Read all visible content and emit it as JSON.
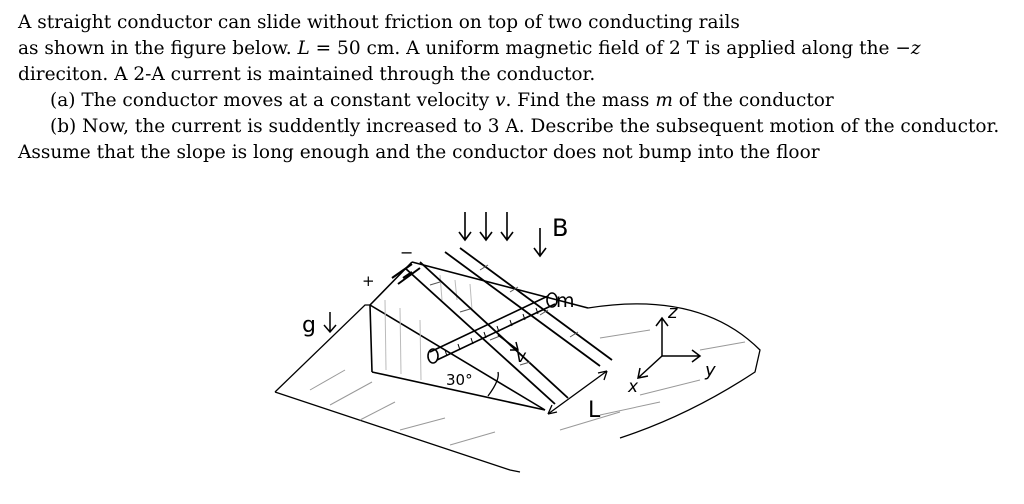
{
  "problem": {
    "line1": "A straight conductor can slide without friction on top of two conducting rails",
    "line2_a": "as shown in the figure below. ",
    "line2_L": "L",
    "line2_b": " = 50 cm.  A uniform magnetic field of 2 T is applied along the −",
    "line2_z": "z",
    "line3": "direciton. A 2-A current is maintained through the conductor.",
    "part_a_pre": "(a) The conductor moves at a constant velocity ",
    "part_a_v": "v",
    "part_a_mid": ". Find the mass ",
    "part_a_m": "m",
    "part_a_post": " of the conductor",
    "part_b": "(b) Now, the current is suddently increased to 3 A. Describe the subsequent motion of the conductor.",
    "last_line": "Assume that the slope is long enough and the conductor does not bump into the floor"
  },
  "figure": {
    "label_B": "B",
    "label_m": "m",
    "label_v": "v",
    "label_angle": "30°",
    "label_L": "L",
    "label_g": "g",
    "label_plus": "+",
    "label_minus": "−",
    "axis_z": "z",
    "axis_y": "y",
    "axis_x": "x"
  }
}
